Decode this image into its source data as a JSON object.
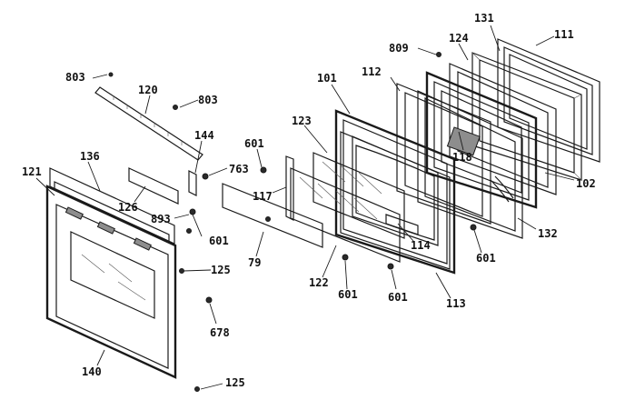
{
  "callouts": {
    "c131": "131",
    "c111": "111",
    "c809": "809",
    "c124": "124",
    "c803a": "803",
    "c120": "120",
    "c803b": "803",
    "c101": "101",
    "c112": "112",
    "c123": "123",
    "c144": "144",
    "c601a": "601",
    "c763": "763",
    "c118": "118",
    "c136": "136",
    "c121": "121",
    "c117": "117",
    "c126": "126",
    "c102": "102",
    "c893": "893",
    "c601b": "601",
    "c114": "114",
    "c132": "132",
    "c601c": "601",
    "c125a": "125",
    "c79": "79",
    "c122": "122",
    "c601d": "601",
    "c601e": "601",
    "c113": "113",
    "c678": "678",
    "c140": "140",
    "c125b": "125"
  }
}
